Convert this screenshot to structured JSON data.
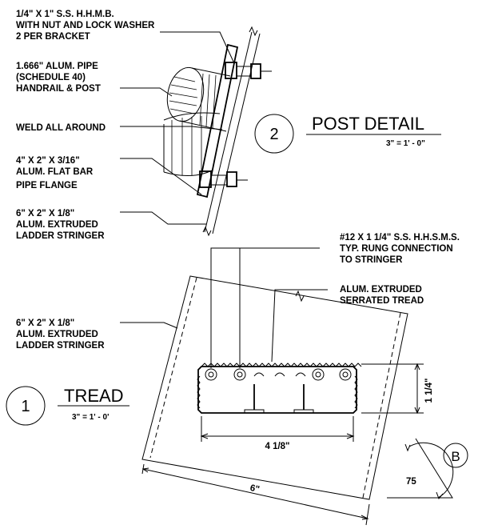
{
  "post_detail": {
    "notes": [
      [
        "1/4\" X 1\" S.S. H.H.M.B.",
        "WITH NUT AND LOCK WASHER",
        "2 PER BRACKET"
      ],
      [
        "1.666\" ALUM. PIPE",
        "(SCHEDULE 40)",
        "HANDRAIL & POST"
      ],
      [
        "WELD ALL AROUND"
      ],
      [
        "4\" X 2\" X 3/16\"",
        "ALUM. FLAT BAR",
        "PIPE FLANGE"
      ],
      [
        "6\" X 2\" X 1/8\"",
        "ALUM. EXTRUDED",
        "LADDER STRINGER"
      ]
    ],
    "number": "2",
    "title": "POST DETAIL",
    "scale": "3\" = 1' - 0\""
  },
  "tread_detail": {
    "notes": {
      "fastener": [
        "#12 X 1 1/4\" S.S. H.H.S.M.S.",
        "TYP. RUNG CONNECTION",
        "TO STRINGER"
      ],
      "tread": [
        "ALUM. EXTRUDED",
        "SERRATED TREAD"
      ],
      "stringer": [
        "6\" X 2\" X 1/8\"",
        "ALUM. EXTRUDED",
        "LADDER STRINGER"
      ]
    },
    "number": "1",
    "title": "TREAD",
    "scale": "3\" = 1' - 0'",
    "dims": {
      "height": "1 1/4\"",
      "width": "4 1/8\"",
      "stringer_width": "6\""
    }
  },
  "angle": {
    "marker": "B",
    "value": "75"
  }
}
